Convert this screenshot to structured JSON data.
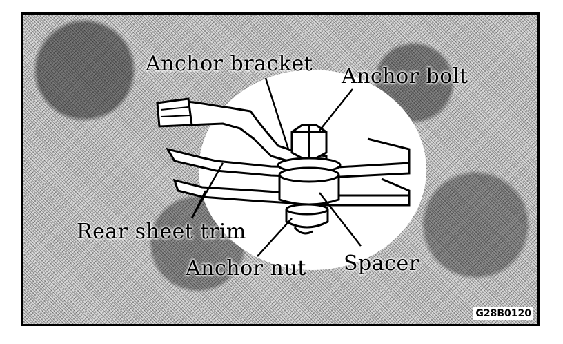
{
  "labels": {
    "anchor_bracket": "Anchor bracket",
    "anchor_bolt": "Anchor bolt",
    "rear_sheet_trim": "Rear sheet trim",
    "anchor_nut": "Anchor nut",
    "spacer": "Spacer"
  },
  "figure_code": "G28B0120",
  "colors": {
    "ink": "#000000",
    "paper": "#ffffff",
    "halftone": "#d9d9d9"
  }
}
